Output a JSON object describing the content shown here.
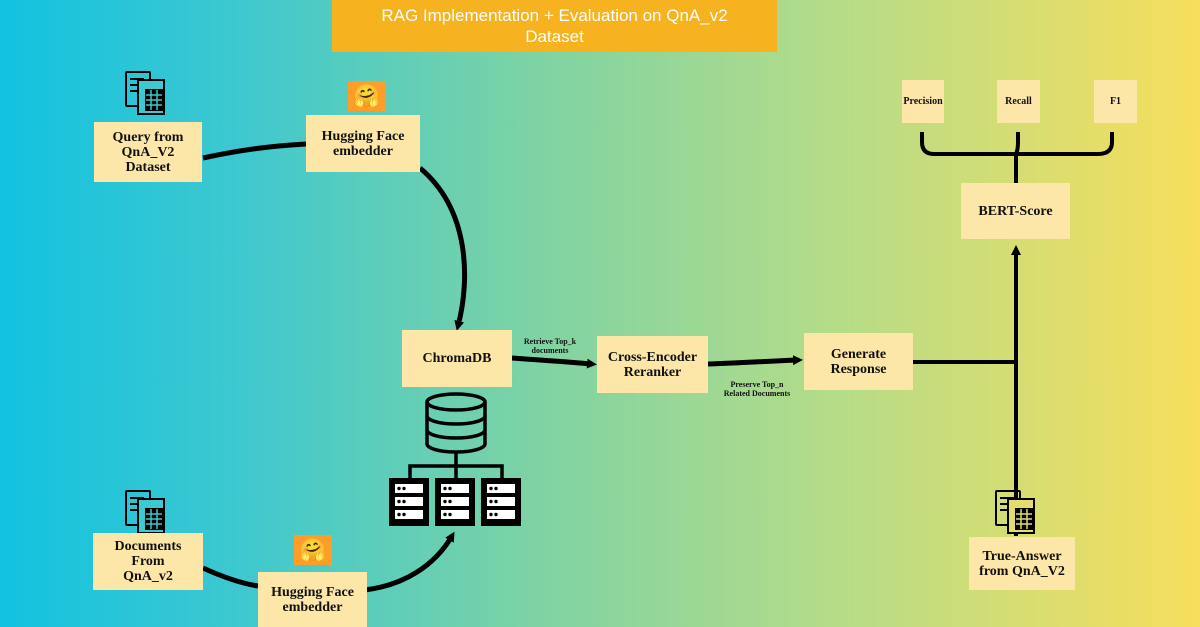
{
  "title": "RAG  Implementation + Evaluation on QnA_v2\nDataset",
  "nodes": {
    "query": "Query from\nQnA_V2\nDataset",
    "hf_top": "Hugging Face\nembedder",
    "docs": "Documents From\nQnA_v2",
    "hf_bottom": "Hugging Face\nembedder",
    "chromadb": "ChromaDB",
    "reranker": "Cross-Encoder\nReranker",
    "generate": "Generate\nResponse",
    "bert": "BERT-Score",
    "precision": "Precision",
    "recall": "Recall",
    "f1": "F1",
    "true_answer": "True-Answer\nfrom QnA_V2"
  },
  "edge_labels": {
    "retrieve": "Retrieve Top_k\ndocuments",
    "preserve": "Preserve Top_n\nRelated Documents"
  },
  "icons": {
    "file_icon": "document-spreadsheet-icon",
    "hf_icon": "hugging-face-icon",
    "hf_glyph": "🤗",
    "db_icon": "database-servers-icon"
  },
  "colors": {
    "box": "#fde7a8",
    "title_bg": "#f6b21f",
    "hf_bg": "#ff9d2a",
    "line": "#000000"
  }
}
